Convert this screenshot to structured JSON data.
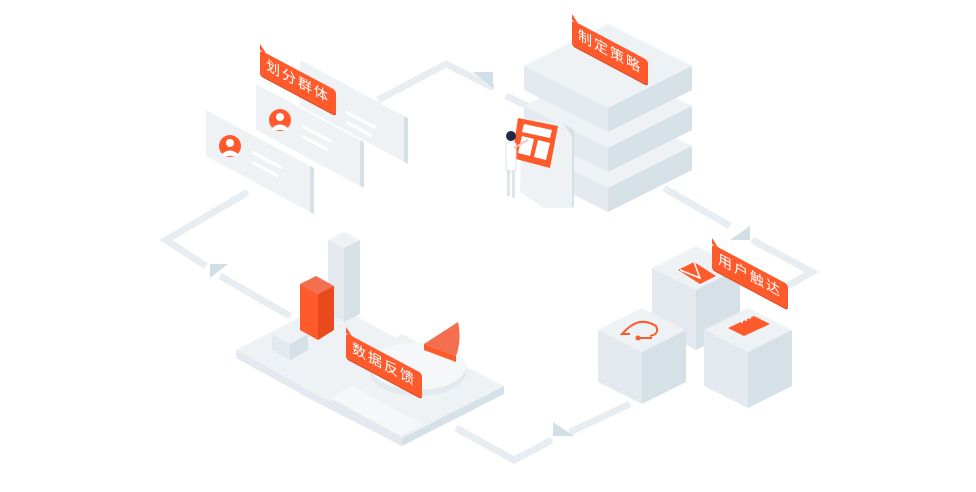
{
  "diagram": {
    "type": "isometric-cycle",
    "flow_direction": "clockwise",
    "colors": {
      "accent": "#ff5a2c",
      "accent_light": "#f36f4f",
      "block_top": "#eef2f5",
      "block_left": "#e3e9ee",
      "block_right": "#d5e0e7",
      "path": "#e7edf1",
      "arrow": "#d3dfe6"
    },
    "stages": [
      {
        "id": "segment",
        "label": "划分群体",
        "illustration": "user-profile-cards"
      },
      {
        "id": "strategy",
        "label": "制定策略",
        "illustration": "server-stack-with-kiosk"
      },
      {
        "id": "reach",
        "label": "用户触达",
        "illustration": "cubes-with-mail-chat-browser"
      },
      {
        "id": "feedback",
        "label": "数据反馈",
        "illustration": "bar-and-pie-charts"
      }
    ]
  }
}
